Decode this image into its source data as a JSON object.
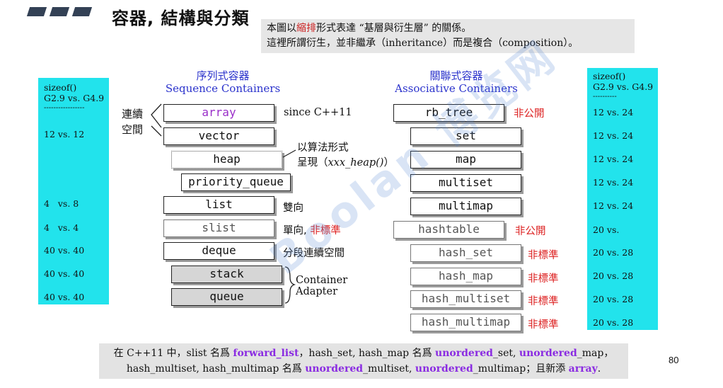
{
  "header": {
    "title": "容器, 結構與分類"
  },
  "description": {
    "line1_pre": "本圖以",
    "line1_highlight": "縮排",
    "line1_post": "形式表達 “基層與衍生層” 的關係。",
    "line2": "這裡所謂衍生，並非繼承（inheritance）而是複合（composition）。"
  },
  "left_panel": {
    "header1": "sizeof()",
    "header2": "G2.9 vs. G4.9",
    "separator": "-----------------",
    "rows": [
      "12 vs. 12",
      "4   vs. 8",
      "4   vs. 4",
      "40 vs. 40",
      "40 vs. 40",
      "40 vs. 40"
    ]
  },
  "right_panel": {
    "header1": "sizeof()",
    "header2": "G2.9 vs. G4.9",
    "separator": "----------",
    "rows": [
      "12 vs. 24",
      "12 vs. 24",
      "12 vs. 24",
      "12 vs. 24",
      "12 vs. 24",
      "20 vs.",
      "20 vs. 28",
      "20 vs. 28",
      "20 vs. 28",
      "20 vs. 28"
    ]
  },
  "sequence": {
    "title_zh": "序列式容器",
    "title_en": "Sequence Containers",
    "items": [
      "array",
      "vector",
      "heap",
      "priority_queue",
      "list",
      "slist",
      "deque",
      "stack",
      "queue"
    ]
  },
  "associative": {
    "title_zh": "關聯式容器",
    "title_en": "Associative Containers",
    "items": [
      "rb_tree",
      "set",
      "map",
      "multiset",
      "multimap",
      "hashtable",
      "hash_set",
      "hash_map",
      "hash_multiset",
      "hash_multimap"
    ]
  },
  "labels": {
    "contiguous_1": "連續",
    "contiguous_2": "空間",
    "since_cpp11": "since C++11",
    "algo_1": "以算法形式",
    "algo_2_pre": "呈現（",
    "algo_2_italic": "xxx_heap()",
    "algo_2_post": "）",
    "bidirectional": "雙向",
    "single_pre": "單向, ",
    "single_red": "非標準",
    "segmented": "分段連續空間",
    "adapter_1": "Container",
    "adapter_2": "Adapter",
    "not_public": "非公開",
    "nonstandard": "非標準"
  },
  "footer": {
    "t1": "在 C++11 中，slist 名爲 ",
    "k1": "forward_list",
    "t2": "，hash_set, hash_map 名爲 ",
    "k2": "unordered",
    "t3": "_set, ",
    "k3": "unordered",
    "t4": "_map，",
    "t5": "hash_multiset, hash_multimap 名爲 ",
    "k4": "unordered",
    "t6": "_multiset, ",
    "k5": "unordered",
    "t7": "_multimap；且新添 ",
    "k6": "array",
    "t8": "."
  },
  "page_number": "80",
  "watermark": "Boolan 博览网",
  "colors": {
    "panel": "#22e3ec",
    "heading": "#2b33cc",
    "red": "#dd2222",
    "keyword": "#8a2be2"
  }
}
